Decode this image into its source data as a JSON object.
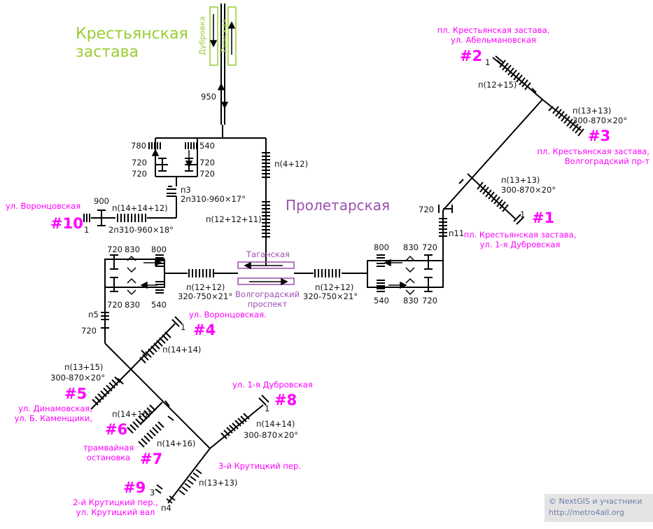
{
  "stations": {
    "krestyanskaya": "Крестьянская\nзастава",
    "proletarskaya": "Пролетарская"
  },
  "lines": {
    "dubrovka": "Дубровка",
    "rimskaya": "Римская",
    "taganskaya": "Таганская",
    "volgogradsky": "Волгоградский\nпроспект"
  },
  "exits": {
    "e1": {
      "num": "#1",
      "text": "пл. Крестьянская застава,\nул. 1-я Дубровская"
    },
    "e2": {
      "num": "#2",
      "text": "пл. Крестьянская застава,\nул. Абельмановская"
    },
    "e3": {
      "num": "#3",
      "text": "пл. Крестьянская застава,\nВолгоградский пр-т"
    },
    "e4": {
      "num": "#4",
      "text": "ул. Воронцовская."
    },
    "e5": {
      "num": "#5",
      "text": "ул. Динамовская,\nул. Б. Каменщики,"
    },
    "e6": {
      "num": "#6"
    },
    "e7": {
      "num": "#7",
      "text": "трамвайная\nостановка"
    },
    "e8": {
      "num": "#8",
      "text": "ул. 1-я Дубровская"
    },
    "e9": {
      "num": "#9",
      "text": "2-й Крутицкий пер.,\nул. Крутицкий вал"
    },
    "e10": {
      "num": "#10",
      "text": "ул. Воронцовская"
    },
    "krut3": "3-й Крутицкий пер."
  },
  "measures": {
    "m950": "950",
    "m780": "780",
    "m540a": "540",
    "m720a": "720",
    "m720b": "720",
    "m720c": "720",
    "m720d": "720",
    "p412": "п(4+12)",
    "p121211": "п(12+12+11)",
    "p3": "п3",
    "p3b": "2п310-960×17°",
    "m900": "900",
    "p141412": "п(14+14+12)",
    "p141412b": "2п310-960×18°",
    "one10": "1",
    "w720": "720",
    "w830": "830",
    "w800": "800",
    "w720b": "720",
    "w830b": "830",
    "w540": "540",
    "wp1212": "п(12+12)",
    "wp1212b": "320-750×21°",
    "ep1212": "п(12+12)",
    "ep1212b": "320-750×21°",
    "e800": "800",
    "e830": "830",
    "e720": "720",
    "e540": "540",
    "e830b": "830",
    "e720b": "720",
    "n11": "п11",
    "n720": "720",
    "p1213": "п(13+13)",
    "p1213b": "300-870×20°",
    "one1": "1",
    "p1215": "п(12+15)",
    "one2": "1",
    "p1313": "п(13+13)",
    "p1313b": "300-870×20°",
    "n5": "п5",
    "n720w": "720",
    "p1414": "п(14+14)",
    "one4": "1",
    "p1315": "п(13+15)",
    "p1315b": "300-870×20°",
    "p1416": "п(14+16)",
    "p1416b": "п(14+16)",
    "p1414s": "п(14+14)",
    "p1414sb": "300-870×20°",
    "one8": "1",
    "p1313s": "п(13+13)",
    "three9": "3",
    "n4": "п4"
  },
  "copyright": {
    "line1": "© NextGIS и участники",
    "line2": "http://metro4all.org"
  }
}
